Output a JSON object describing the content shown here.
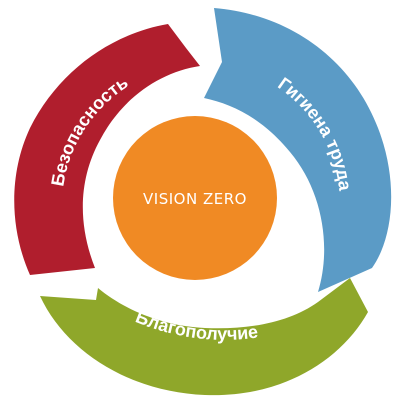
{
  "diagram": {
    "center": {
      "label": "VISION ZERO",
      "color": "#F08A24"
    },
    "segments": [
      {
        "id": "safety",
        "label": "Безопасность",
        "color": "#B01E2D"
      },
      {
        "id": "occupational-hygiene",
        "label": "Гигиена труда",
        "color": "#5B9BC6"
      },
      {
        "id": "wellbeing",
        "label": "Благополучие",
        "color": "#8FA72A"
      }
    ]
  }
}
